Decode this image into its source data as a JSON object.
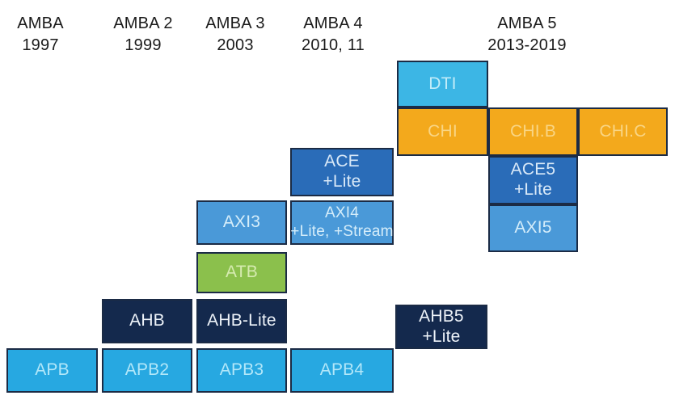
{
  "title": "AMBA protocol evolution diagram",
  "headers": [
    {
      "line1": "AMBA",
      "line2": "1997"
    },
    {
      "line1": "AMBA 2",
      "line2": "1999"
    },
    {
      "line1": "AMBA 3",
      "line2": "2003"
    },
    {
      "line1": "AMBA 4",
      "line2": "2010, 11"
    },
    {
      "line1": "AMBA 5",
      "line2": "2013-2019"
    }
  ],
  "palette": {
    "background": "#ffffff",
    "border": "#1b2b45",
    "header_text": "#1a1a1a",
    "cyan": {
      "fill": "#3cb6e5",
      "text": "#c2ecf9"
    },
    "orange": {
      "fill": "#f3a91c",
      "text": "#f9d584"
    },
    "darkblue": {
      "fill": "#2a6cb8",
      "text": "#d9e9f8"
    },
    "blue": {
      "fill": "#4a99d8",
      "text": "#d5edfa"
    },
    "green": {
      "fill": "#8bc04c",
      "text": "#d6ebb1"
    },
    "navy": {
      "fill": "#14294d",
      "text": "#eef3f9"
    },
    "brightcyan": {
      "fill": "#27a8e1",
      "text": "#b2e7f9"
    }
  },
  "boxes": [
    {
      "id": "dti",
      "color": "cyan",
      "lines": [
        "DTI"
      ]
    },
    {
      "id": "chi",
      "color": "orange",
      "lines": [
        "CHI"
      ]
    },
    {
      "id": "chi-b",
      "color": "orange",
      "lines": [
        "CHI.B"
      ]
    },
    {
      "id": "chi-c",
      "color": "orange",
      "lines": [
        "CHI.C"
      ]
    },
    {
      "id": "ace",
      "color": "darkblue",
      "lines": [
        "ACE",
        "+Lite"
      ]
    },
    {
      "id": "ace5",
      "color": "darkblue",
      "lines": [
        "ACE5",
        "+Lite"
      ]
    },
    {
      "id": "axi3",
      "color": "blue",
      "lines": [
        "AXI3"
      ]
    },
    {
      "id": "axi4",
      "color": "blue",
      "lines": [
        "AXI4",
        "+Lite, +Stream"
      ]
    },
    {
      "id": "axi5",
      "color": "blue",
      "lines": [
        "AXI5"
      ]
    },
    {
      "id": "atb",
      "color": "green",
      "lines": [
        "ATB"
      ]
    },
    {
      "id": "ahb",
      "color": "navy",
      "lines": [
        "AHB"
      ]
    },
    {
      "id": "ahb-lite",
      "color": "navy",
      "lines": [
        "AHB-Lite"
      ]
    },
    {
      "id": "ahb5",
      "color": "navy",
      "lines": [
        "AHB5",
        "+Lite"
      ]
    },
    {
      "id": "apb",
      "color": "brightcyan",
      "lines": [
        "APB"
      ]
    },
    {
      "id": "apb2",
      "color": "brightcyan",
      "lines": [
        "APB2"
      ]
    },
    {
      "id": "apb3",
      "color": "brightcyan",
      "lines": [
        "APB3"
      ]
    },
    {
      "id": "apb4",
      "color": "brightcyan",
      "lines": [
        "APB4"
      ]
    }
  ]
}
